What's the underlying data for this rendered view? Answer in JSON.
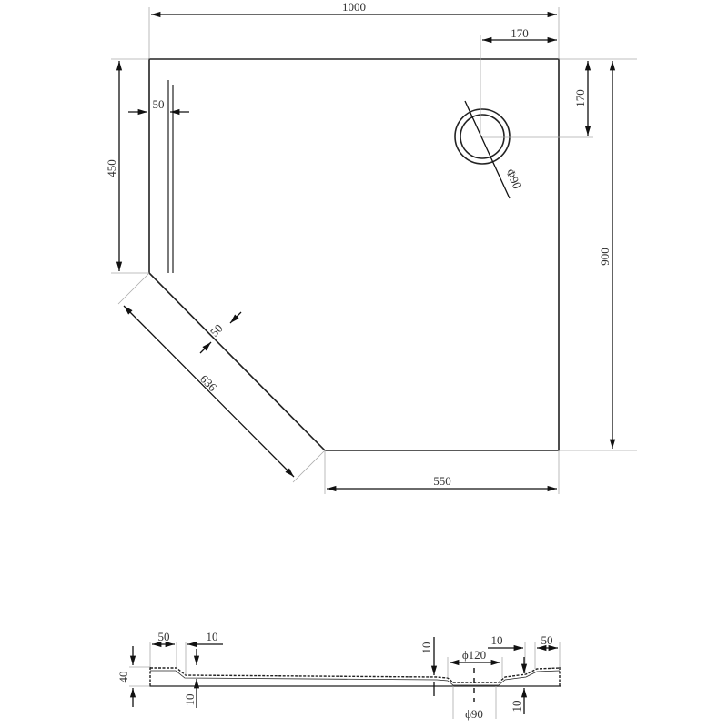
{
  "drawing": {
    "subject": "pentagonal shower tray",
    "colors": {
      "line": "#222222",
      "extension_line": "#aaaaaa",
      "text": "#333333",
      "background": "#ffffff"
    }
  },
  "plan_view": {
    "dimensions": {
      "overall_width": "1000",
      "drain_offset_x": "170",
      "drain_offset_y": "170",
      "overall_depth": "900",
      "left_side": "450",
      "rim_width_left": "50",
      "rim_width_diagonal": "50",
      "diagonal_side": "636",
      "bottom_side": "550",
      "drain_diameter": "Φ90"
    }
  },
  "section_view": {
    "dimensions": {
      "height": "40",
      "left_rim": "50",
      "left_step": "10",
      "left_depth": "10",
      "right_depth_top": "10",
      "drain_recess_top": "ϕ120",
      "right_step": "10",
      "right_rim": "50",
      "drain_recess_bottom": "ϕ90",
      "right_depth_bottom": "10"
    }
  }
}
